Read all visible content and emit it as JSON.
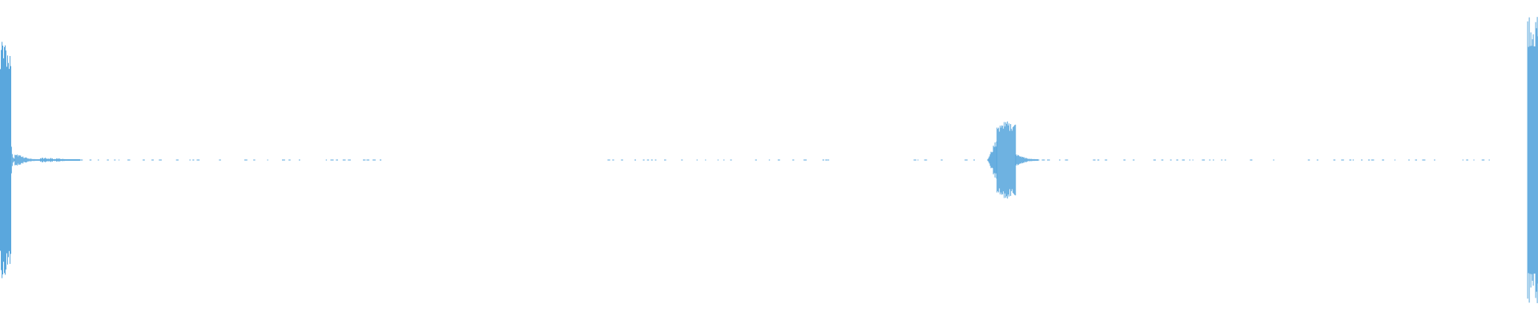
{
  "waveform": {
    "color": "#5aa7dd",
    "background": "#ffffff",
    "duration_fraction_axis": "normalized",
    "segments": [
      {
        "t0": 0.0,
        "t1": 0.0072,
        "amplitude": 0.88,
        "kind": "burst"
      },
      {
        "t0": 0.0072,
        "t1": 0.0095,
        "amplitude": 0.1,
        "kind": "decay"
      },
      {
        "t0": 0.0095,
        "t1": 0.026,
        "amplitude": 0.06,
        "kind": "decay"
      },
      {
        "t0": 0.026,
        "t1": 0.052,
        "amplitude": 0.02,
        "kind": "tail"
      },
      {
        "t0": 0.052,
        "t1": 0.255,
        "amplitude": 0.01,
        "kind": "sparse"
      },
      {
        "t0": 0.395,
        "t1": 0.545,
        "amplitude": 0.01,
        "kind": "sparse"
      },
      {
        "t0": 0.588,
        "t1": 0.642,
        "amplitude": 0.01,
        "kind": "sparse"
      },
      {
        "t0": 0.642,
        "t1": 0.648,
        "amplitude": 0.18,
        "kind": "ramp"
      },
      {
        "t0": 0.648,
        "t1": 0.66,
        "amplitude": 0.29,
        "kind": "burst"
      },
      {
        "t0": 0.66,
        "t1": 0.675,
        "amplitude": 0.06,
        "kind": "decay"
      },
      {
        "t0": 0.675,
        "t1": 0.975,
        "amplitude": 0.01,
        "kind": "sparse"
      },
      {
        "t0": 0.993,
        "t1": 1.0,
        "amplitude": 1.08,
        "kind": "burst"
      }
    ]
  }
}
